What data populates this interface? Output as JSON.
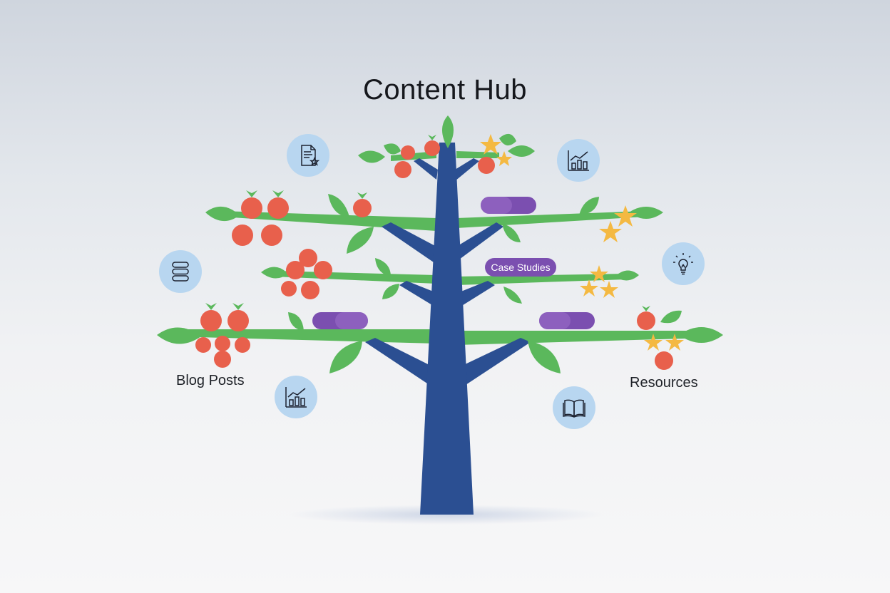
{
  "title": "Content Hub",
  "labels": {
    "left": "Blog Posts",
    "right": "Resources",
    "pill": "Case Studies"
  },
  "icons": [
    "document-star-icon",
    "chart-icon",
    "database-icon",
    "lightbulb-icon",
    "chart-icon",
    "book-icon"
  ],
  "colors": {
    "trunk": "#2b4f92",
    "leaf": "#5bb85c",
    "fruit": "#e8604c",
    "star": "#f4b942",
    "pill": "#7b4fb0",
    "icon_bg": "#b8d6f0"
  }
}
